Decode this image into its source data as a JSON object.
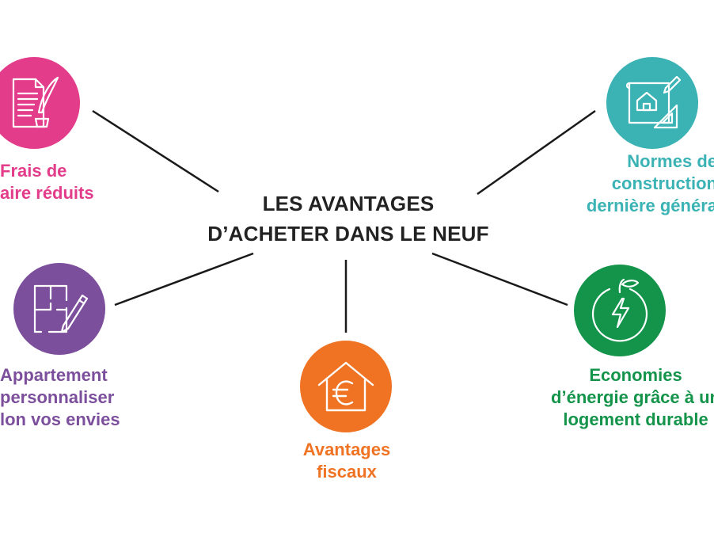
{
  "title": {
    "line1": "LES AVANTAGES",
    "line2": "D’ACHETER DANS LE NEUF"
  },
  "colors": {
    "title": "#222222",
    "connector": "#1a1a1a",
    "frais": "#e23c8a",
    "normes": "#3bb3b5",
    "appartement": "#7c4f9c",
    "fiscaux": "#ef7322",
    "economies": "#14944a"
  },
  "nodes": {
    "frais": {
      "icon": "notary-document-quill-icon",
      "line1": "Frais de",
      "line2": "aire réduits"
    },
    "normes": {
      "icon": "blueprint-house-ruler-icon",
      "line1": "Normes de",
      "line2": "construction",
      "line3": "dernière généra"
    },
    "appartement": {
      "icon": "floor-plan-pencil-icon",
      "line1": "Appartement",
      "line2": "personnaliser",
      "line3": "lon vos envies"
    },
    "fiscaux": {
      "icon": "house-euro-icon",
      "line1": "Avantages",
      "line2": "fiscaux"
    },
    "economies": {
      "icon": "leaf-energy-bolt-icon",
      "line1": "Economies",
      "line2": "d’énergie grâce à un",
      "line3": "logement durable"
    }
  }
}
